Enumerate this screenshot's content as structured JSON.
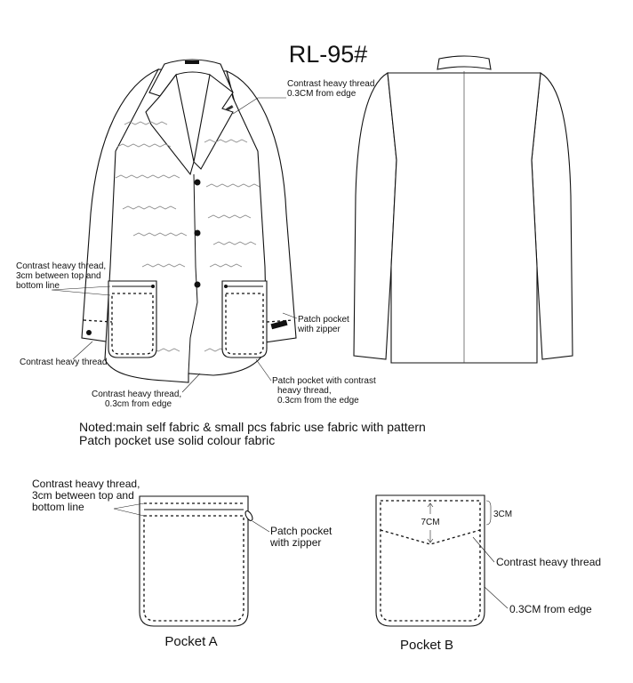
{
  "title": "RL-95#",
  "front_labels": {
    "edge_thread": [
      "Contrast heavy thread",
      "0.3CM from edge"
    ],
    "pocket_thread": [
      "Contrast heavy thread,",
      "3cm between top and",
      "bottom line"
    ],
    "cuff_thread": "Contrast heavy thread",
    "hem_thread": [
      "Contrast heavy thread,",
      "0.3cm from edge"
    ],
    "patch_zipper": [
      "Patch pocket",
      "with zipper"
    ],
    "patch_contrast": [
      "Patch pocket with contrast",
      "heavy thread,",
      "0.3cm from the edge"
    ]
  },
  "notes": [
    "Noted:main self fabric & small pcs fabric use fabric with pattern",
    "Patch pocket use solid colour fabric"
  ],
  "pocket_a": {
    "caption": "Pocket  A",
    "thread_label": [
      "Contrast heavy thread,",
      "3cm between top and",
      "bottom line"
    ],
    "zipper_label": [
      "Patch pocket",
      "with zipper"
    ]
  },
  "pocket_b": {
    "caption": "Pocket  B",
    "dim_7cm": "7CM",
    "dim_3cm": "3CM",
    "thread_label": "Contrast heavy thread",
    "edge_label": "0.3CM from edge"
  }
}
